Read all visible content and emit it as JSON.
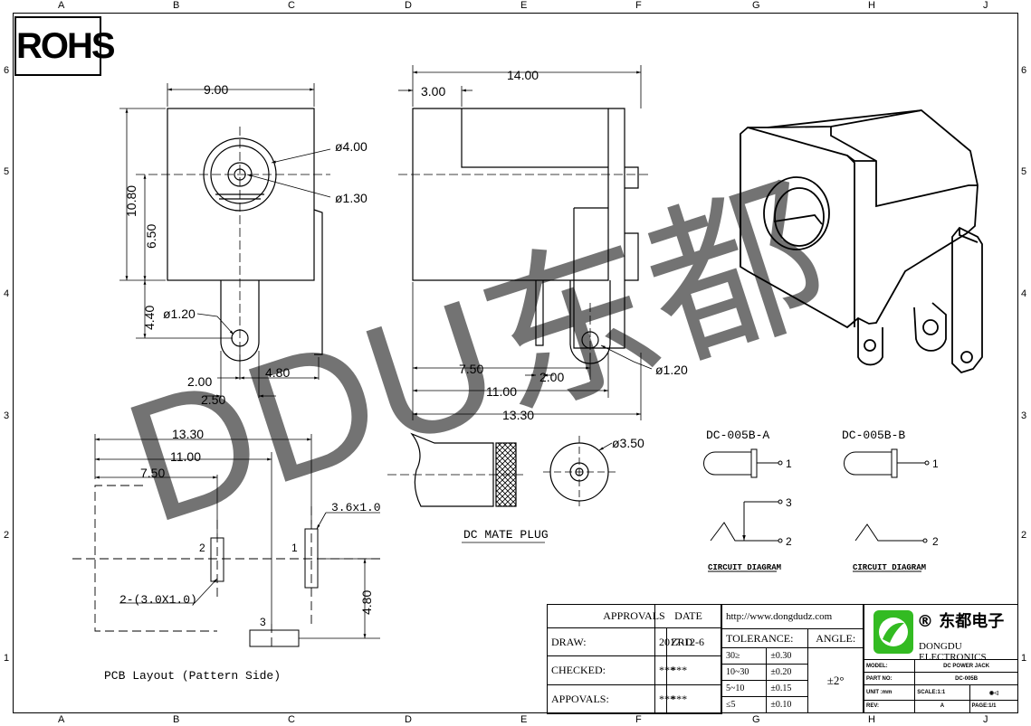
{
  "zones": {
    "cols": [
      "A",
      "B",
      "C",
      "D",
      "E",
      "F",
      "G",
      "H",
      "J"
    ],
    "rows": [
      "6",
      "5",
      "4",
      "3",
      "2",
      "1"
    ]
  },
  "rohs": "ROHS",
  "watermark": "DDU东都",
  "front_view": {
    "dims": [
      "9.00",
      "10.80",
      "6.50",
      "4.40",
      "2.00",
      "2.50",
      "4.80"
    ],
    "hole_outer": "ø4.00",
    "hole_inner": "ø1.30",
    "pin_hole": "ø1.20"
  },
  "side_view": {
    "dims": [
      "14.00",
      "3.00",
      "7.50",
      "2.00",
      "11.00",
      "13.30"
    ],
    "pin_hole": "ø1.20"
  },
  "plug": {
    "title": "DC MATE PLUG",
    "diameter": "ø3.50"
  },
  "circuit": {
    "a": {
      "title": "DC-005B-A",
      "pins": [
        "1",
        "3",
        "2"
      ],
      "label": "CIRCUIT DIAGRAM"
    },
    "b": {
      "title": "DC-005B-B",
      "pins": [
        "1",
        "2"
      ],
      "label": "CIRCUIT DIAGRAM"
    }
  },
  "pcb": {
    "title": "PCB Layout (Pattern Side)",
    "dims": [
      "13.30",
      "11.00",
      "7.50",
      "4.80"
    ],
    "pad_size": "3.6x1.0",
    "pad_note": "2-(3.0X1.0)",
    "pads": [
      "1",
      "2",
      "3"
    ]
  },
  "title_block": {
    "approvals": "APPROVALS",
    "date": "DATE",
    "website": "http://www.dongdudz.com",
    "draw_label": "DRAW:",
    "draw_by": "ZRD",
    "draw_date": "2017-12-6",
    "checked_label": "CHECKED:",
    "checked_by": "***",
    "checked_date": "***",
    "approvals_label": "APPOVALS:",
    "approvals_by": "***",
    "approvals_date": "***",
    "tolerance_label": "TOLERANCE:",
    "angle_label": "ANGLE:",
    "angle_value": "±2°",
    "tolerance_rows": [
      [
        "30≥",
        "±0.30"
      ],
      [
        "10~30",
        "±0.20"
      ],
      [
        "5~10",
        "±0.15"
      ],
      [
        "≤5",
        "±0.10"
      ]
    ],
    "company_cn": "® 东都电子",
    "company_en": "DONGDU ELECTRONICS",
    "model_label": "MODEL:",
    "model": "DC POWER JACK",
    "part_label": "PART NO:",
    "part": "DC-005B",
    "unit_label": "UNIT :mm",
    "scale": "SCALE:1:1",
    "rev_label": "REV:",
    "rev": "A",
    "page": "PAGE:1/1"
  }
}
